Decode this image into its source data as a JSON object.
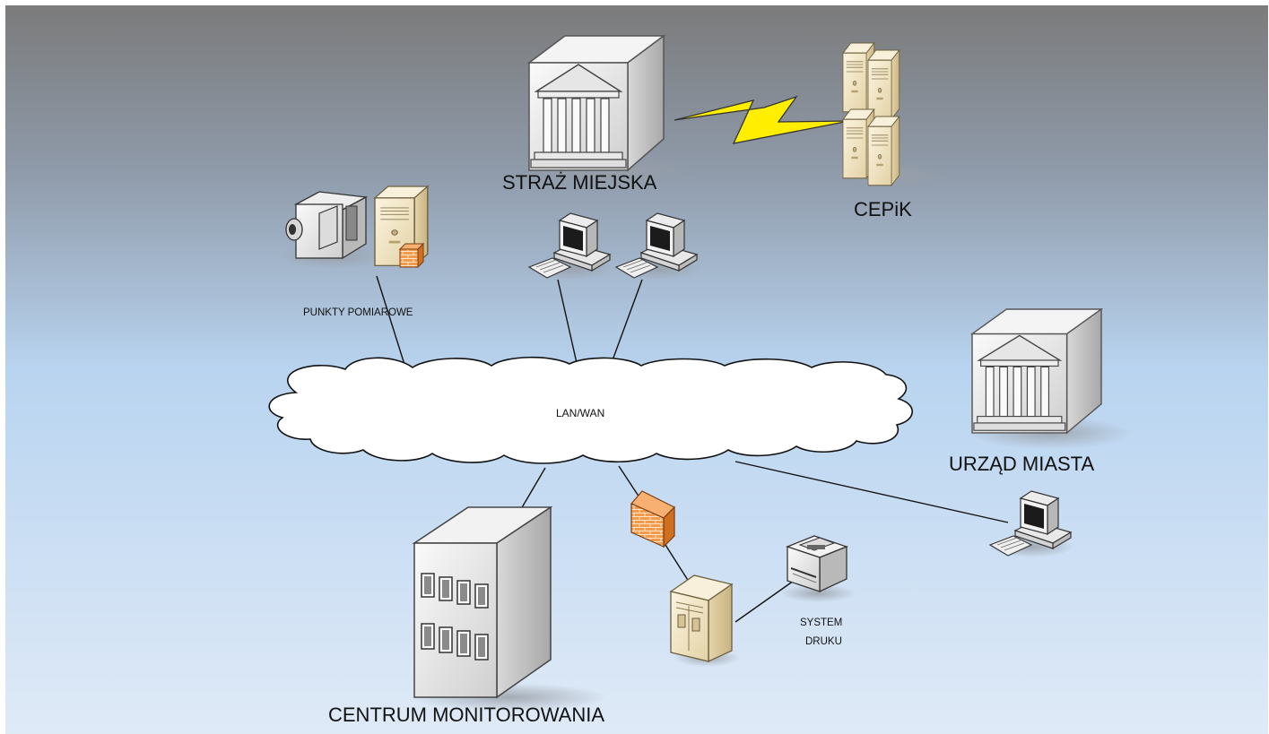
{
  "labels": {
    "straz_miejska": "STRAŻ MIEJSKA",
    "cepik": "CEPiK",
    "punkty_pomiarowe": "PUNKTY POMIAROWE",
    "network": "LAN/WAN",
    "urzad_miasta": "URZĄD MIASTA",
    "centrum_monitorowania": "CENTRUM MONITOROWANIA",
    "system_druku_line1": "SYSTEM",
    "system_druku_line2": "DRUKU"
  },
  "icons": [
    "government-building-icon",
    "server-cluster-icon",
    "lightning-link-icon",
    "camcorder-icon",
    "tower-server-icon",
    "firewall-icon",
    "workstation-icon",
    "cloud-icon",
    "office-building-icon",
    "cabinet-server-icon",
    "laser-printer-icon"
  ],
  "colors": {
    "background_top": "#7b7b7b",
    "background_mid": "#b9d4f0",
    "background_bottom": "#dfeaf7",
    "lightning": "#ffee00",
    "firewall": "#f08b3c",
    "server_beige": "#efe3c4"
  }
}
